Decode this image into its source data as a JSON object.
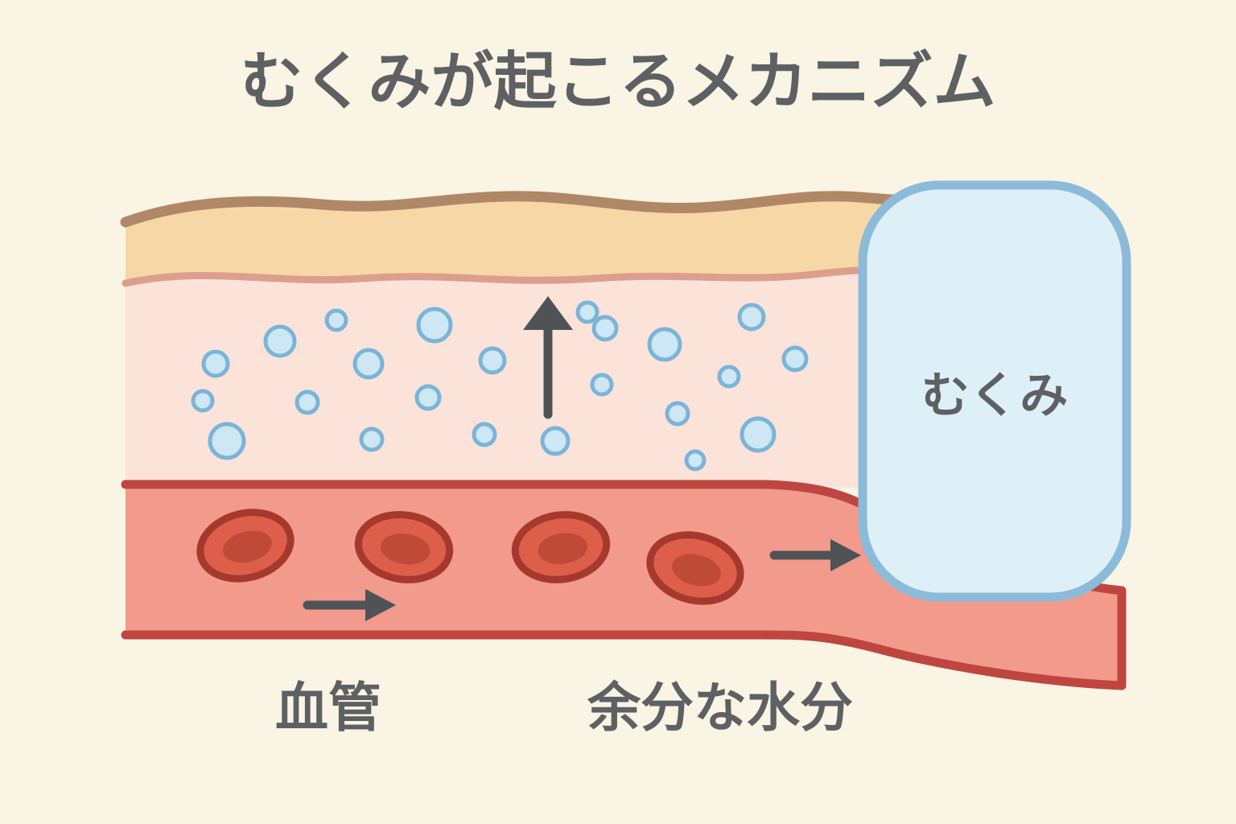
{
  "title": "むくみが起こるメカニズム",
  "diagram": {
    "edema_label": "むくみ",
    "vessel_label": "血管",
    "excess_water_label": "余分な水分"
  },
  "colors": {
    "background": "#f9f4e3",
    "skin_fill": "#f8d7a6",
    "skin_top_line": "#b08868",
    "skin_under_line": "#dd9f8d",
    "tissue_fill": "#fbe3da",
    "droplet_fill": "#cde7f4",
    "droplet_stroke": "#7cb4d8",
    "vessel_fill": "#f29a8c",
    "vessel_stroke": "#bf4640",
    "rbc_fill": "#dd5f4a",
    "rbc_stroke": "#a6392d",
    "rbc_inner": "#c04a38",
    "edema_fill": "#def0f7",
    "edema_stroke": "#8bbbd9",
    "arrow": "#4f5356",
    "text": "#5e6063"
  }
}
